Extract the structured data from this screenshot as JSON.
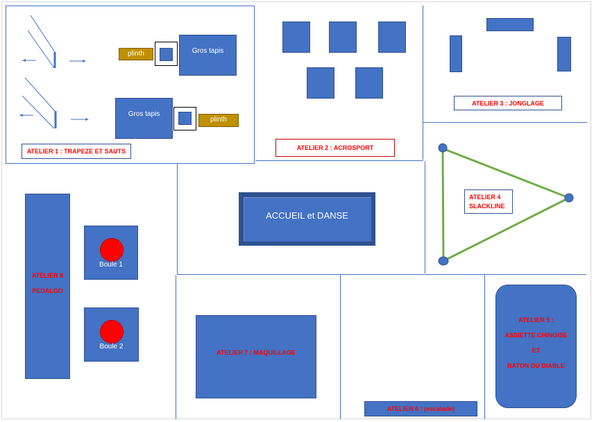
{
  "zones": {
    "atelier1": {
      "title": "ATELIER 1 : TRAPEZE ET SAUTS",
      "mat_top": "Gros tapis",
      "mat_bottom": "Gros tapis",
      "plinth_top": "plinth",
      "plinth_bottom": "plinth"
    },
    "atelier2": {
      "title": "ATELIER 2 : ACROSPORT"
    },
    "atelier3": {
      "title": "ATELIER 3 : JONGLAGE"
    },
    "atelier4": {
      "title_line1": "ATELIER 4",
      "title_line2": "SLACKLINE"
    },
    "accueil": {
      "title": "ACCUEIL et DANSE"
    },
    "atelier5": {
      "line1": "ATELIER 5 :",
      "line2": "ASSIETTE CHINOISE",
      "line3": "ET",
      "line4": "BATON DU DIABLE"
    },
    "atelier6": {
      "title": "ATELIER 6 : (escalade)"
    },
    "atelier7": {
      "title": "ATELIER 7 : MAQUILLAGE"
    },
    "atelier8": {
      "line1": "ATELIER 8",
      "line2": "PEDALGO",
      "ball1": "Boule 1",
      "ball2": "Boule 2"
    }
  },
  "colors": {
    "shape_fill": "#4472c4",
    "label_text": "#ff0000",
    "plinth": "#bf9000",
    "rope": "#70ad47",
    "ball": "#ff0000"
  }
}
